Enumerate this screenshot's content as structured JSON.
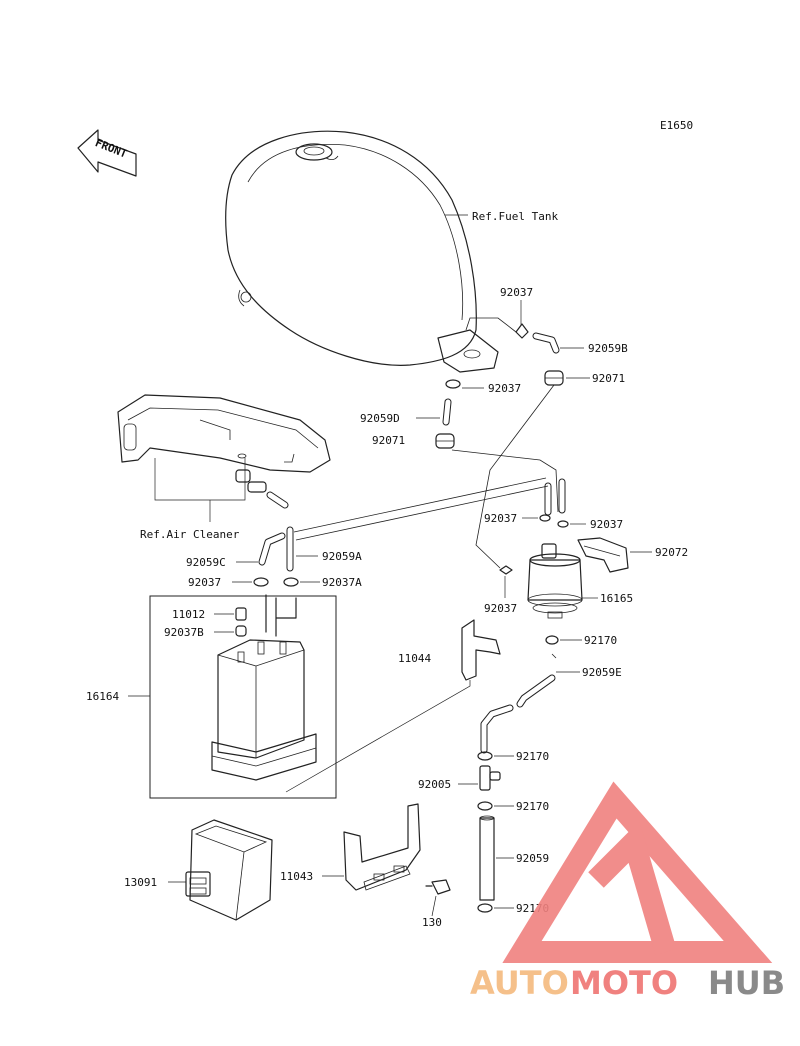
{
  "diagram_code": "E1650",
  "front_arrow_text": "FRONT",
  "ref_labels": {
    "fuel_tank": "Ref.Fuel Tank",
    "air_cleaner": "Ref.Air Cleaner"
  },
  "callouts": {
    "c92037_top": "92037",
    "c92059B": "92059B",
    "c92037_mid": "92037",
    "c92071_right": "92071",
    "c92059D": "92059D",
    "c92071_left": "92071",
    "c92037_left_filter": "92037",
    "c92037_right_filter": "92037",
    "c92072": "92072",
    "c92059C": "92059C",
    "c92059A": "92059A",
    "c92037_canister_left": "92037",
    "c92037A": "92037A",
    "c16165": "16165",
    "c92037_filter_bottom": "92037",
    "c11012": "11012",
    "c92037B": "92037B",
    "c92170_top": "92170",
    "c11044": "11044",
    "c92059E": "92059E",
    "c16164": "16164",
    "c92170_mid": "92170",
    "c92005": "92005",
    "c92170_lower": "92170",
    "c92059": "92059",
    "c13091": "13091",
    "c11043": "11043",
    "c92170_bottom": "92170",
    "c130": "130"
  },
  "watermark": {
    "part1": "AUTO",
    "part2": "MOTO",
    "part3": "HUB",
    "color_auto": "#f5c08a",
    "color_moto": "#f0817f",
    "color_hub": "#8a8a8a"
  }
}
